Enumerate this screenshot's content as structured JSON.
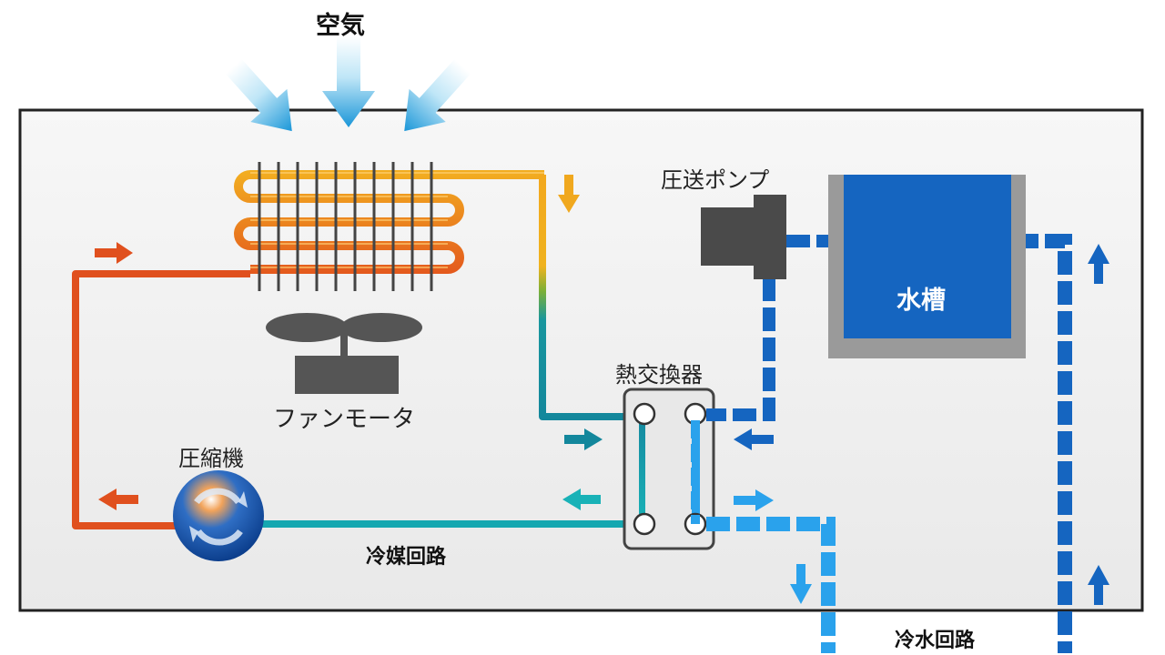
{
  "labels": {
    "air": "空気",
    "pressure_pump": "圧送ポンプ",
    "water_tank": "水槽",
    "heat_exchanger": "熱交換器",
    "fan_motor": "ファンモータ",
    "compressor": "圧縮機",
    "refrigerant_circuit": "冷媒回路",
    "chilled_water_circuit": "冷水回路"
  },
  "colors": {
    "hot_refrigerant": "#E0501E",
    "warm_refrigerant": "#F0A81E",
    "cool_refrigerant": "#129AAE",
    "water_dark": "#1565C0",
    "water_light": "#2AA2EC",
    "frame_fill": "#F2F2F2",
    "unit_gray": "#555555"
  }
}
